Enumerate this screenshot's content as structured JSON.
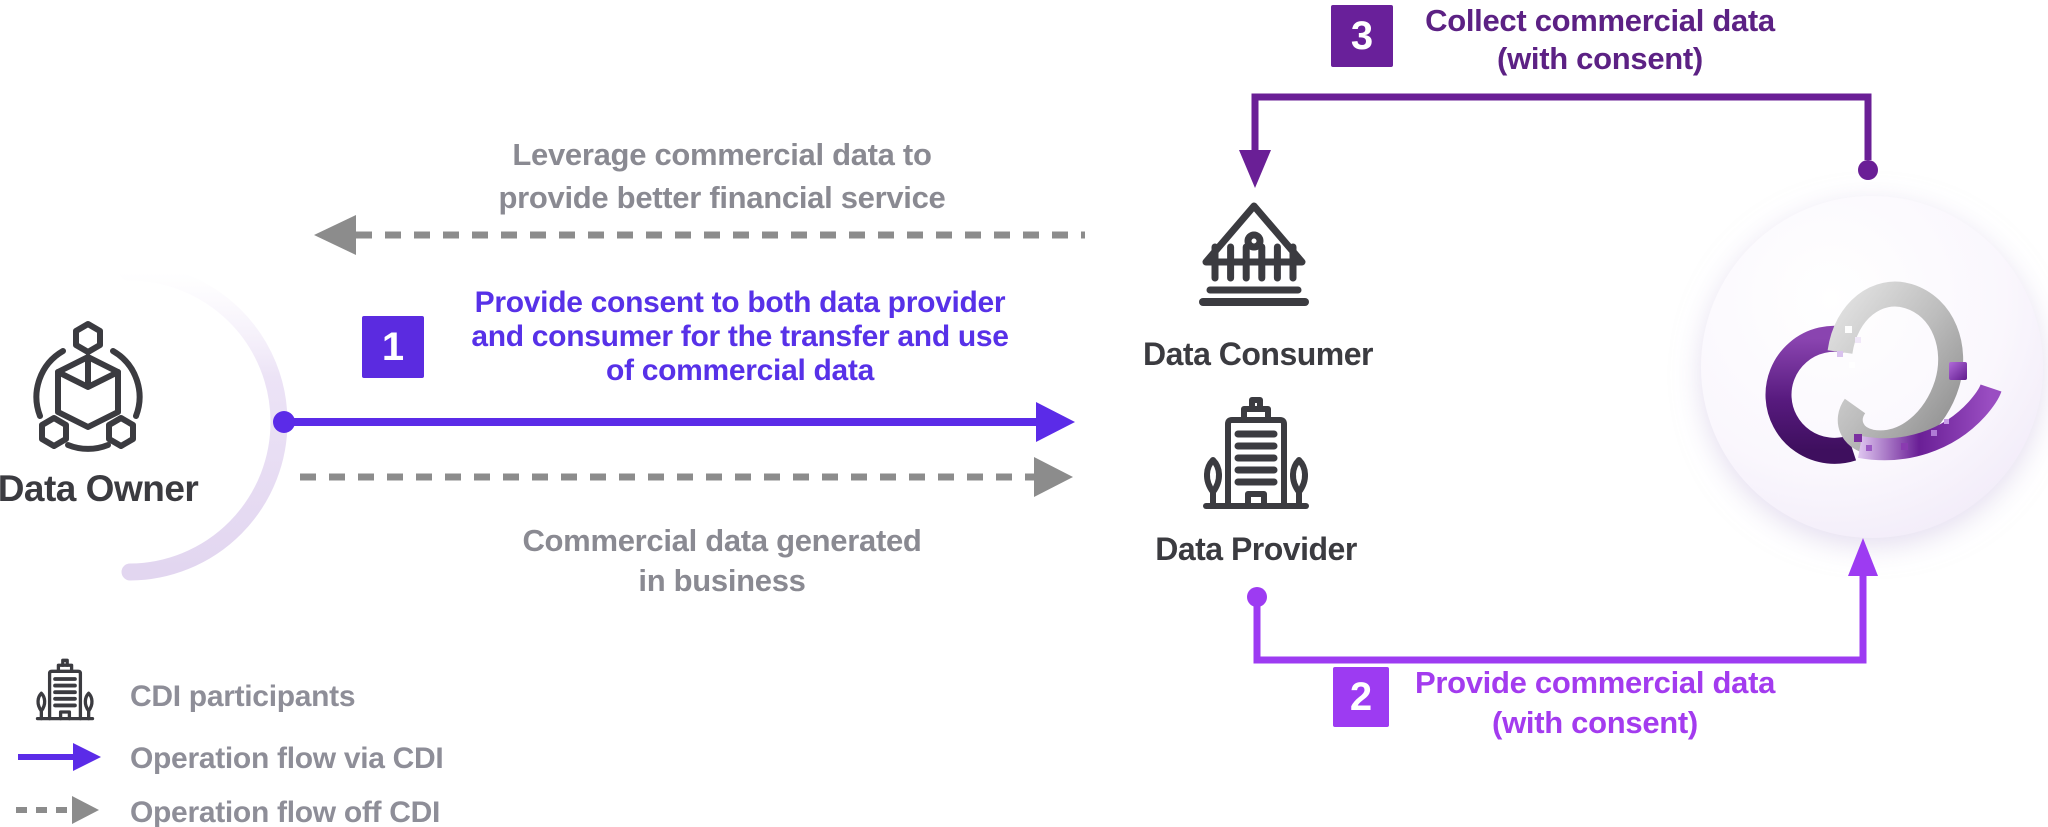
{
  "title": "CDI commercial data interchange flow diagram",
  "palette": {
    "flow1_violet": "#5B2BE8",
    "flow2_bright_purple": "#9D3BF2",
    "flow3_deep_purple": "#6A1F96",
    "flow3_text": "#5C2184",
    "flow2_text": "#A33BEF",
    "gray_text": "#8A8A92",
    "gray_arrow": "#8C8C8C",
    "dark_icon": "#3B3B40"
  },
  "entities": {
    "owner": {
      "label": "Data Owner"
    },
    "consumer": {
      "label": "Data Consumer"
    },
    "provider": {
      "label": "Data Provider"
    }
  },
  "flows": [
    {
      "number": "1",
      "text": "Provide consent to both data provider\nand consumer for the transfer and use\nof commercial data"
    },
    {
      "number": "2",
      "text": "Provide commercial data\n(with consent)"
    },
    {
      "number": "3",
      "text": "Collect commercial data\n(with consent)"
    }
  ],
  "off_cdi_notes": {
    "leverage": "Leverage commercial data to\nprovide better financial service",
    "generated": "Commercial data generated\nin business"
  },
  "legend": {
    "items": [
      {
        "label": "CDI participants"
      },
      {
        "label": "Operation flow via CDI"
      },
      {
        "label": "Operation flow off CDI"
      }
    ]
  }
}
